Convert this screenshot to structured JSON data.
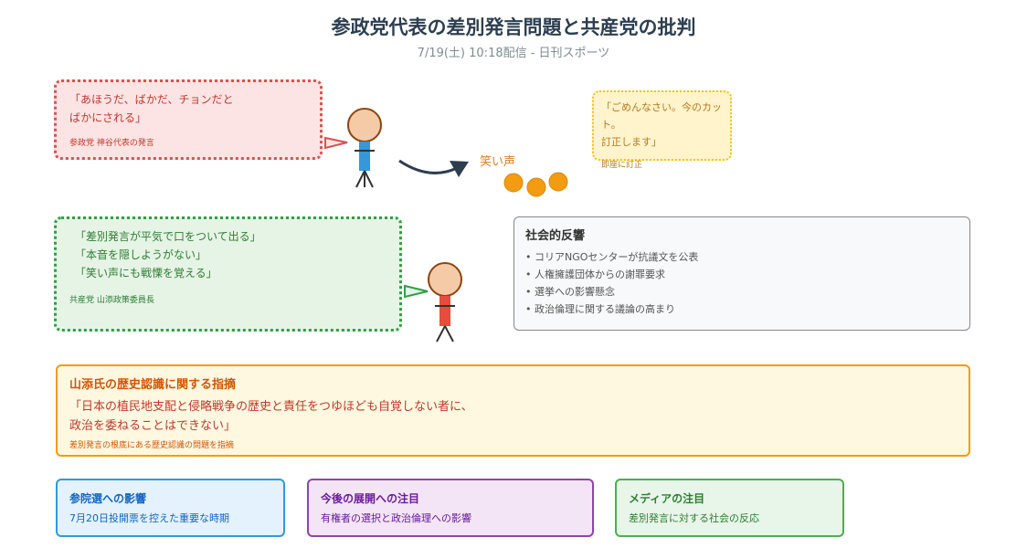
{
  "header": {
    "title": "参政党代表の差別発言問題と共産党の批判",
    "subtitle": "7/19(土) 10:18配信 - 日刊スポーツ"
  },
  "kamiya": {
    "quote": "「あほうだ、ばかだ、チョンだと\nばかにされる」",
    "source": "参政党 神谷代表の発言"
  },
  "laugh": {
    "label": "笑い声"
  },
  "apology": {
    "quote": "「ごめんなさい。今のカット。\n訂正します」",
    "note": "即座に訂正"
  },
  "yamazoe": {
    "quote": "「差別発言が平気で口をついて出る」\n「本音を隠しようがない」\n「笑い声にも戦慄を覚える」",
    "source": "共産党 山添政策委員長"
  },
  "social": {
    "title": "社会的反響",
    "items": [
      "• コリアNGOセンターが抗議文を公表",
      "• 人権擁護団体からの謝罪要求",
      "• 選挙への影響懸念",
      "• 政治倫理に関する議論の高まり"
    ]
  },
  "history": {
    "title": "山添氏の歴史認識に関する指摘",
    "quote": "「日本の植民地支配と侵略戦争の歴史と責任をつゆほども自覚しない者に、\n政治を委ねることはできない」",
    "note": "差別発言の根底にある歴史認識の問題を指摘"
  },
  "cards": [
    {
      "title": "参院選への影響",
      "desc": "7月20日投開票を控えた重要な時期"
    },
    {
      "title": "今後の展開への注目",
      "desc": "有権者の選択と政治倫理への影響"
    },
    {
      "title": "メディアの注目",
      "desc": "差別発言に対する社会の反応"
    }
  ],
  "colors": {
    "kamiya_shirt": "#3498db",
    "yamazoe_shirt": "#e74c3c",
    "skin": "#f5cba7",
    "laugh_dots": "#f39c12"
  }
}
